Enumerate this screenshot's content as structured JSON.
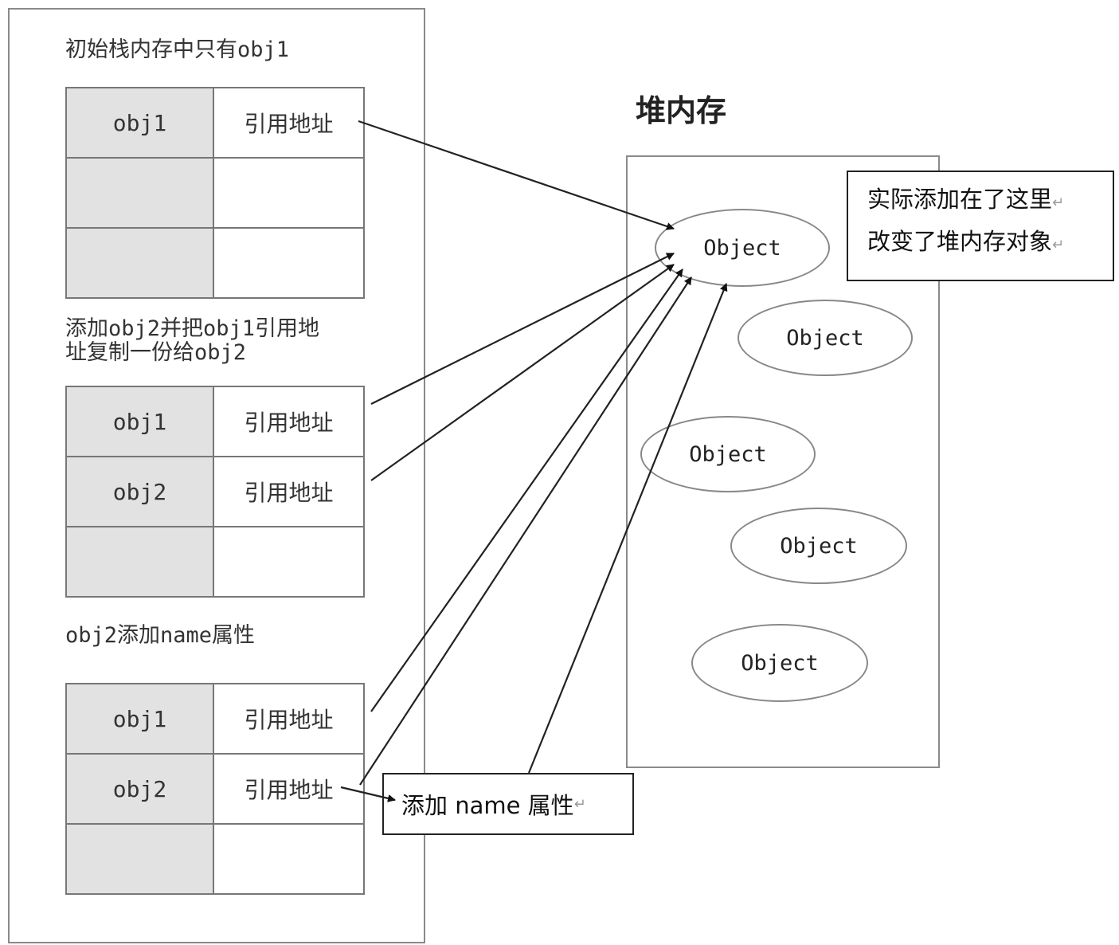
{
  "stack": {
    "captions": [
      "初始栈内存中只有obj1",
      "添加obj2并把obj1引用地址复制一份给obj2",
      "obj2添加name属性"
    ],
    "caption2_lines": [
      "添加obj2并把obj1引用地",
      "址复制一份给obj2"
    ],
    "tables": [
      {
        "rows": [
          {
            "name": "obj1",
            "addr": "引用地址"
          },
          {
            "name": "",
            "addr": ""
          },
          {
            "name": "",
            "addr": ""
          }
        ]
      },
      {
        "rows": [
          {
            "name": "obj1",
            "addr": "引用地址"
          },
          {
            "name": "obj2",
            "addr": "引用地址"
          },
          {
            "name": "",
            "addr": ""
          }
        ]
      },
      {
        "rows": [
          {
            "name": "obj1",
            "addr": "引用地址"
          },
          {
            "name": "obj2",
            "addr": "引用地址"
          },
          {
            "name": "",
            "addr": ""
          }
        ]
      }
    ]
  },
  "heap": {
    "title": "堆内存",
    "objects": [
      "Object",
      "Object",
      "Object",
      "Object",
      "Object"
    ]
  },
  "callouts": {
    "heap_note": [
      "实际添加在了这里",
      "改变了堆内存对象"
    ],
    "add_name": "添加 name 属性",
    "return_mark": "↵"
  }
}
